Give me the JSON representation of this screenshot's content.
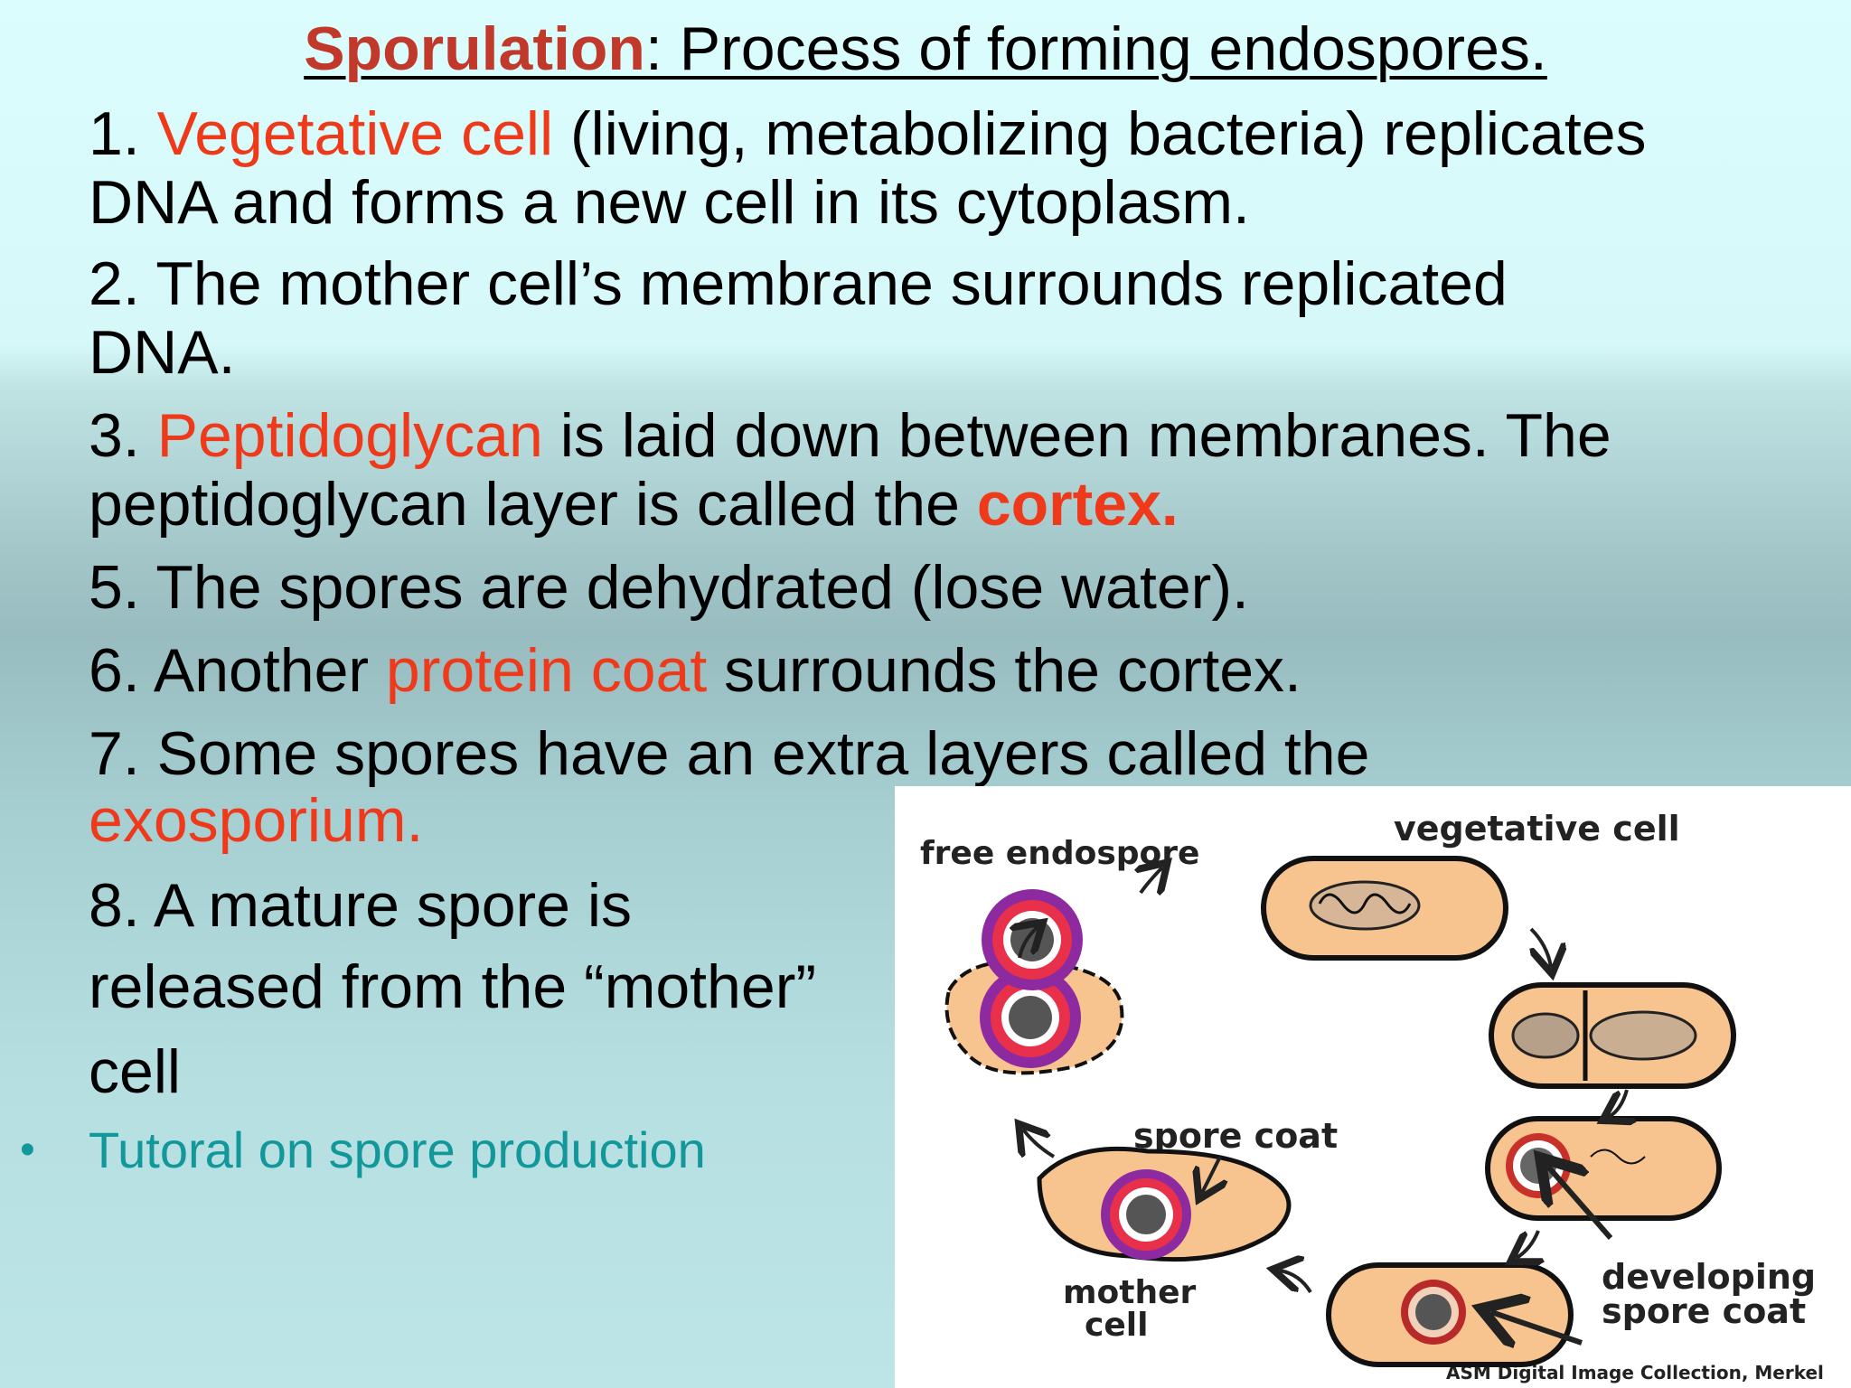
{
  "title": {
    "keyword": "Sporulation",
    "rest": ": Process of forming endospores."
  },
  "steps": [
    {
      "num": "1. ",
      "highlight": "Vegetative cell",
      "text": " (living, metabolizing bacteria) replicates",
      "text2": "DNA and forms a new cell in its cytoplasm."
    },
    {
      "num": "2.  ",
      "text": "The mother cell’s membrane surrounds replicated",
      "text2": "DNA."
    },
    {
      "num": "3.  ",
      "highlight": "Peptidoglycan",
      "text": " is laid down between membranes.  The",
      "text2": "peptidoglycan layer is called the ",
      "highlight2": "cortex."
    },
    {
      "num": "5. ",
      "text": "The spores are dehydrated (lose water)."
    },
    {
      "num": "6.  ",
      "text_pre": "Another ",
      "highlight": "protein coat",
      "text": " surrounds the cortex."
    },
    {
      "num": "7.  ",
      "text": "Some spores have an extra layers called the",
      "highlight2": "exosporium."
    },
    {
      "num": "8.  ",
      "text": "A mature spore is",
      "text2": "released from the “mother”",
      "text3": "cell"
    }
  ],
  "link": {
    "bullet": "•",
    "label": "Tutoral on spore production"
  },
  "figure": {
    "labels": {
      "free_endospore": "free endospore",
      "vegetative_cell": "vegetative cell",
      "spore_coat": "spore coat",
      "mother_cell_1": "mother",
      "mother_cell_2": "cell",
      "developing_1": "developing",
      "developing_2": "spore coat",
      "credit": "ASM Digital Image Collection, Merkel"
    }
  },
  "colors": {
    "highlight": "#ee3a1a",
    "title_keyword": "#c0392b",
    "link": "#12979a",
    "cell_fill": "#f7c38f",
    "spore_purple": "#8e2aa0",
    "spore_red": "#e8304a"
  }
}
